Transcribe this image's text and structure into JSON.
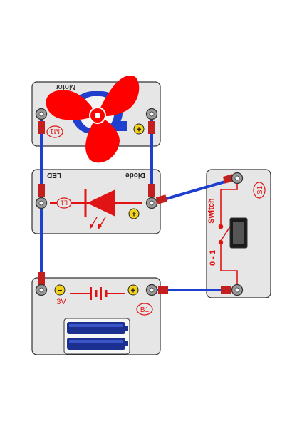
{
  "colors": {
    "board_fill": "#e6e6e6",
    "board_stroke": "#333333",
    "wire": "#1f3fcf",
    "connector": "#c41f1f",
    "symbol_red": "#e01414",
    "fan_red": "#ff0000",
    "motor_blue": "#1f3fcf",
    "battery_blue": "#1a2f8f",
    "snap_gray": "#9a9a9a",
    "polarity_yellow": "#f2d21a"
  },
  "motor": {
    "name": "Motor",
    "id_label": "M1",
    "plus_sign": "+"
  },
  "diode_block": {
    "led_label": "LED",
    "diode_label": "Diode",
    "id_label": "L1",
    "plus_sign": "+"
  },
  "switch_block": {
    "switch_label": "Switch",
    "position_label": "0 - 1",
    "id_label": "S1"
  },
  "battery_block": {
    "voltage": "3V",
    "id_label": "B1",
    "minus_sign": "−",
    "plus_sign": "+"
  }
}
